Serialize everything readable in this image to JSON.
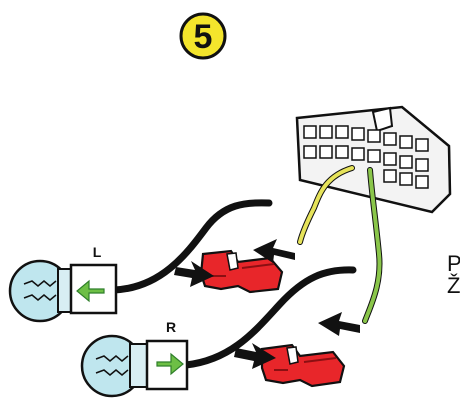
{
  "step": {
    "number": "5",
    "badge_color": "#f4e52c"
  },
  "bulbs": {
    "left": {
      "label": "L",
      "arrow": "arrow-left-icon"
    },
    "right": {
      "label": "R",
      "arrow": "arrow-right-icon"
    }
  },
  "side_text": {
    "line1": "P",
    "line2": "Ž"
  },
  "colors": {
    "connector_red": "#e8262a",
    "wire_yellow": "#e6e35a",
    "wire_green": "#8ac64a",
    "arrow_green": "#6dbf45",
    "bulb_glass": "#bfe6ee"
  }
}
